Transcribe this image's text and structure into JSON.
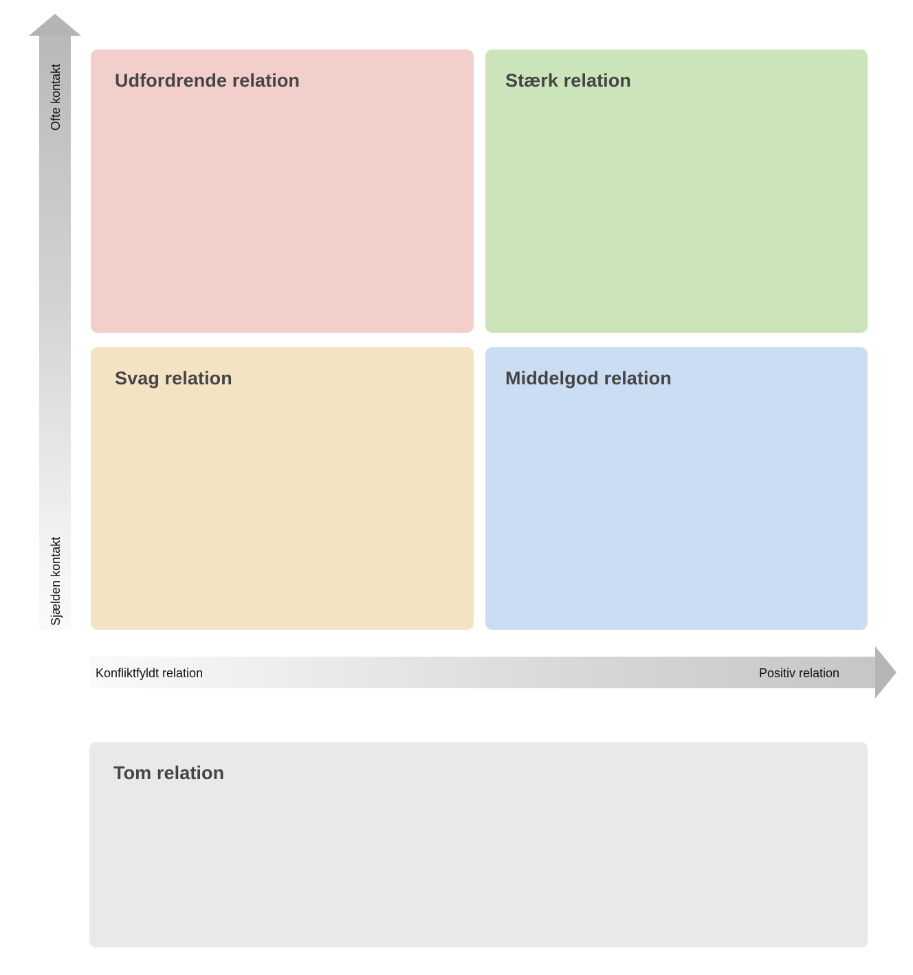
{
  "quadrants": {
    "top_left": {
      "label": "Udfordrende relation",
      "color": "#f2cfcb"
    },
    "top_right": {
      "label": "Stærk relation",
      "color": "#cbe4b9"
    },
    "bottom_left": {
      "label": "Svag relation",
      "color": "#f4e3c2"
    },
    "bottom_right": {
      "label": "Middelgod relation",
      "color": "#cbddf2"
    }
  },
  "empty_box": {
    "label": "Tom relation",
    "color": "#e9e9e9"
  },
  "axes": {
    "vertical": {
      "top_label": "Ofte kontakt",
      "bottom_label": "Sjælden kontakt"
    },
    "horizontal": {
      "left_label": "Konfliktfyldt relation",
      "right_label": "Positiv relation"
    }
  }
}
